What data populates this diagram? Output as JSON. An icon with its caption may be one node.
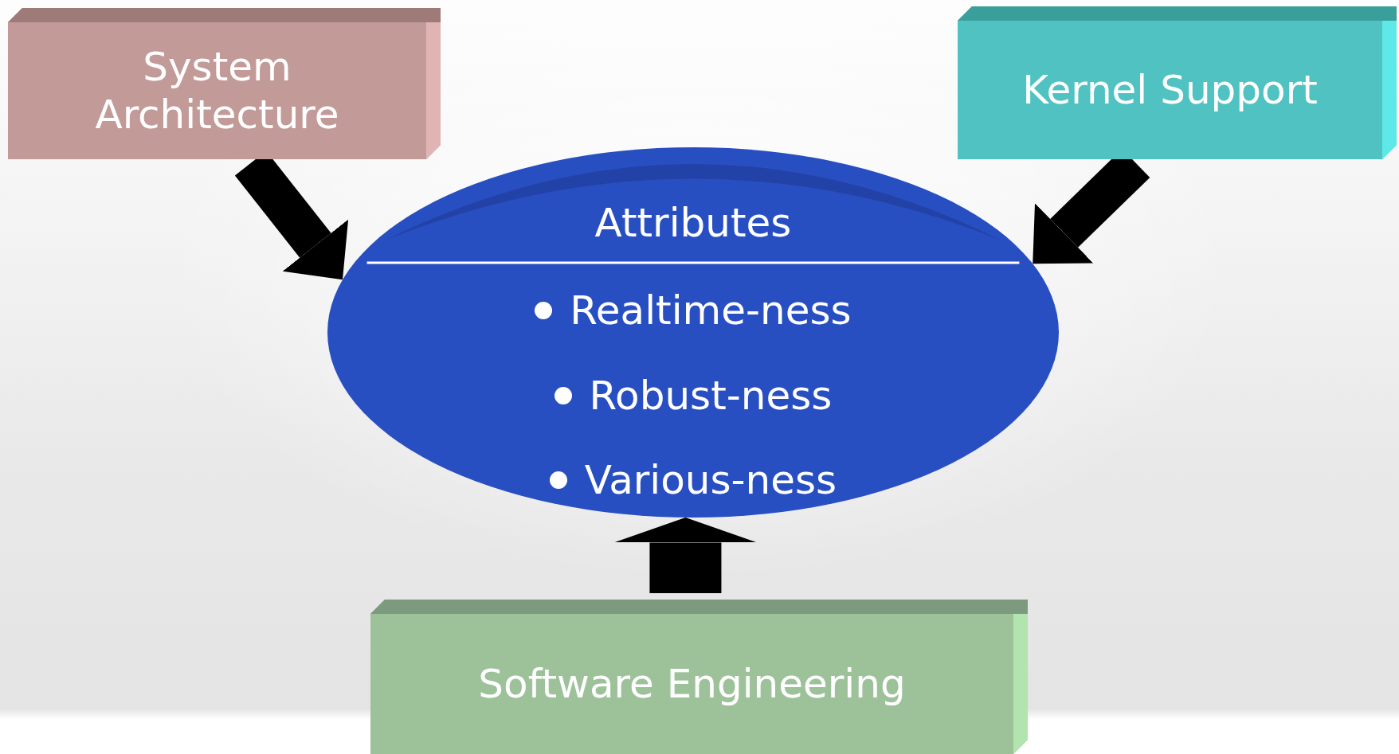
{
  "diagram": {
    "nodes": [
      {
        "text": [
          "System Architecture"
        ]
      },
      {
        "text": [
          "Kernel Support"
        ]
      },
      {
        "text": [
          "Attributes",
          "Realtime-ness",
          "Robust-ness",
          "Various-ness"
        ]
      },
      {
        "text": [
          "Software Engineering"
        ]
      }
    ],
    "edges": [
      {
        "from": 0,
        "to": 2,
        "arrow": "to"
      },
      {
        "from": 1,
        "to": 2,
        "arrow": "to"
      },
      {
        "from": 3,
        "to": 2,
        "arrow": "to",
        "style": "thick"
      }
    ]
  }
}
